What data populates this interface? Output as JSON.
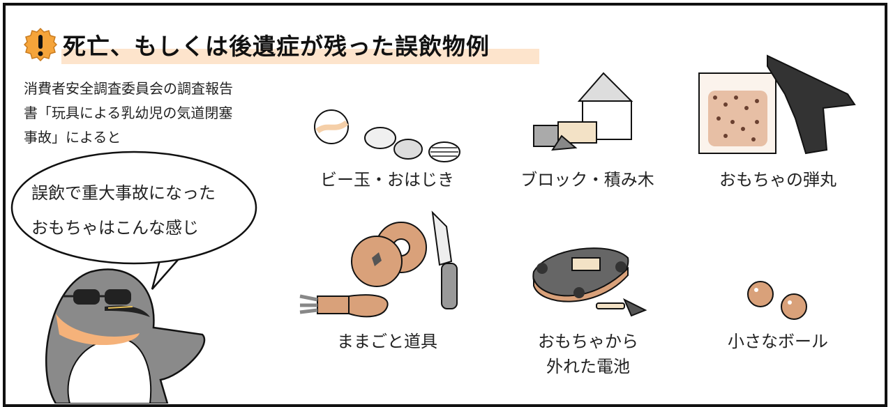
{
  "title": "死亡、もしくは後遺症が残った誤飲物例",
  "badge_icon": "exclamation-icon",
  "intro": {
    "lines": [
      "消費者安全調査委員会の調査報告",
      "書「玩具による乳幼児の気道閉塞",
      "事故」によると"
    ]
  },
  "speech": {
    "lines": [
      "誤飲で重大事故になった",
      "おもちゃはこんな感じ"
    ]
  },
  "items": [
    {
      "label": "ビー玉・おはじき"
    },
    {
      "label": "ブロック・積み木"
    },
    {
      "label": "おもちゃの弾丸"
    },
    {
      "label": "ままごと道具"
    },
    {
      "label_lines": [
        "おもちゃから",
        "外れた電池"
      ]
    },
    {
      "label": "小さなボール"
    }
  ],
  "colors": {
    "accent": "#f5a43a",
    "highlight": "#fde4cc",
    "skin": "#d9a17a"
  }
}
